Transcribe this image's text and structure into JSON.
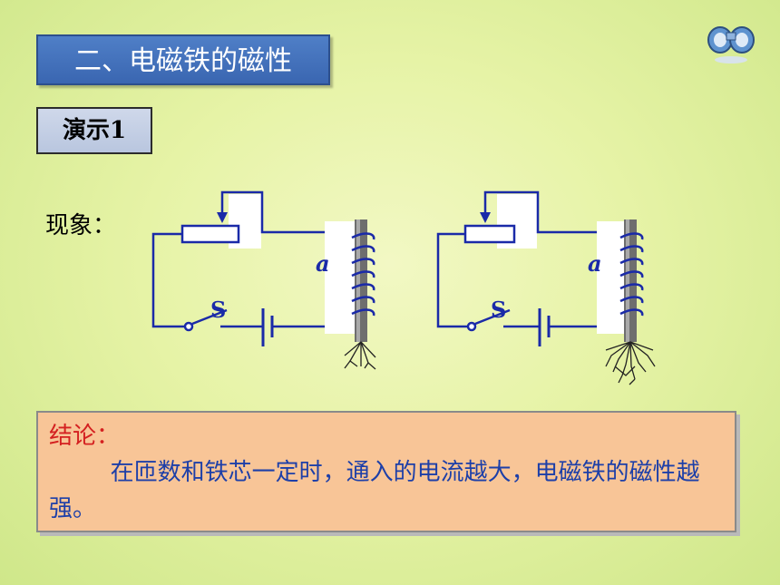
{
  "title": "二、电磁铁的磁性",
  "demo_label": "演示1",
  "phenomenon_label": "现象：",
  "circuits": [
    {
      "point_label": "a",
      "switch_label": "S"
    },
    {
      "point_label": "a",
      "switch_label": "S"
    }
  ],
  "conclusion": {
    "heading": "结论：",
    "text": "在匝数和铁芯一定时，通入的电流越大，电磁铁的磁性越强。"
  },
  "colors": {
    "wire": "#1a2aa8",
    "title_bg": "#3a66b1",
    "conclusion_bg": "#f8c597",
    "heading": "#d42020",
    "body_text": "#1d3fa8"
  },
  "icons": [
    "binoculars-icon"
  ]
}
